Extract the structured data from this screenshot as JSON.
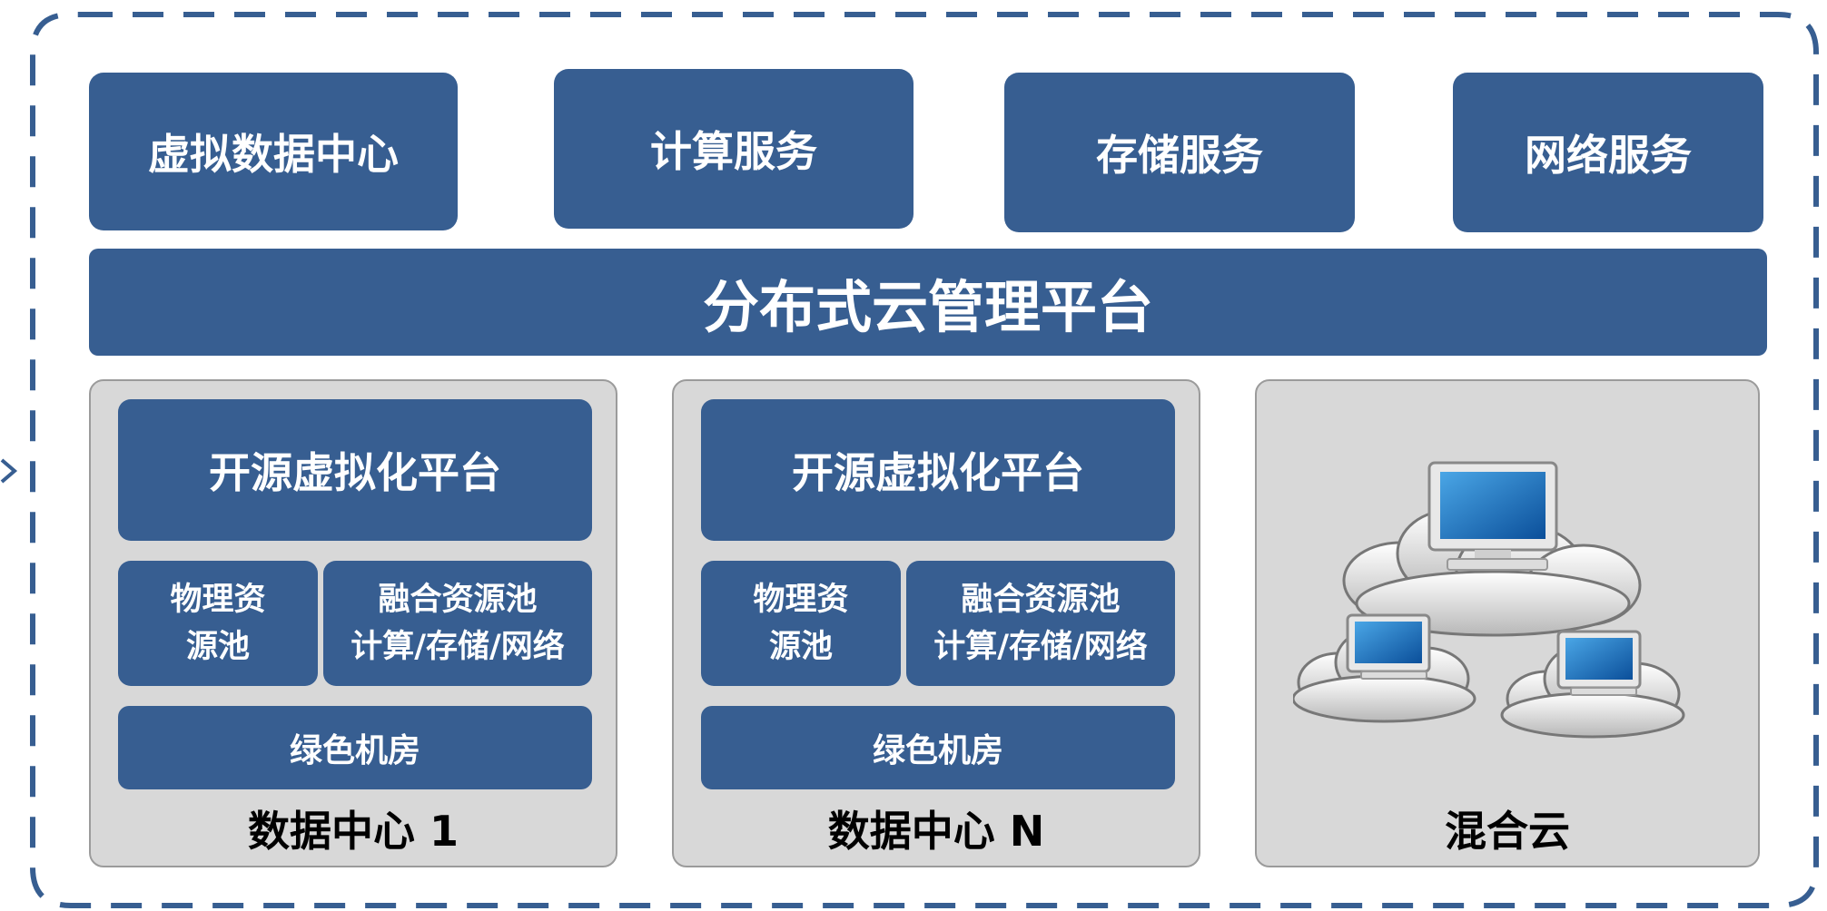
{
  "top_services": [
    "虚拟数据中心",
    "计算服务",
    "存储服务",
    "网络服务"
  ],
  "management_platform": "分布式云管理平台",
  "datacenters": [
    {
      "name": "数据中心 1",
      "virtualization": "开源虚拟化平台",
      "physical_pool": [
        "物理资",
        "源池"
      ],
      "converged_pool": [
        "融合资源池",
        "计算/存储/网络"
      ],
      "green_room": "绿色机房"
    },
    {
      "name": "数据中心 N",
      "virtualization": "开源虚拟化平台",
      "physical_pool": [
        "物理资",
        "源池"
      ],
      "converged_pool": [
        "融合资源池",
        "计算/存储/网络"
      ],
      "green_room": "绿色机房"
    }
  ],
  "hybrid_cloud": {
    "name": "混合云",
    "icon": "cloud-computers-icon"
  },
  "colors": {
    "box_blue": "#375e91",
    "panel_gray": "#d8d8d8",
    "dash_border": "#375e91"
  }
}
